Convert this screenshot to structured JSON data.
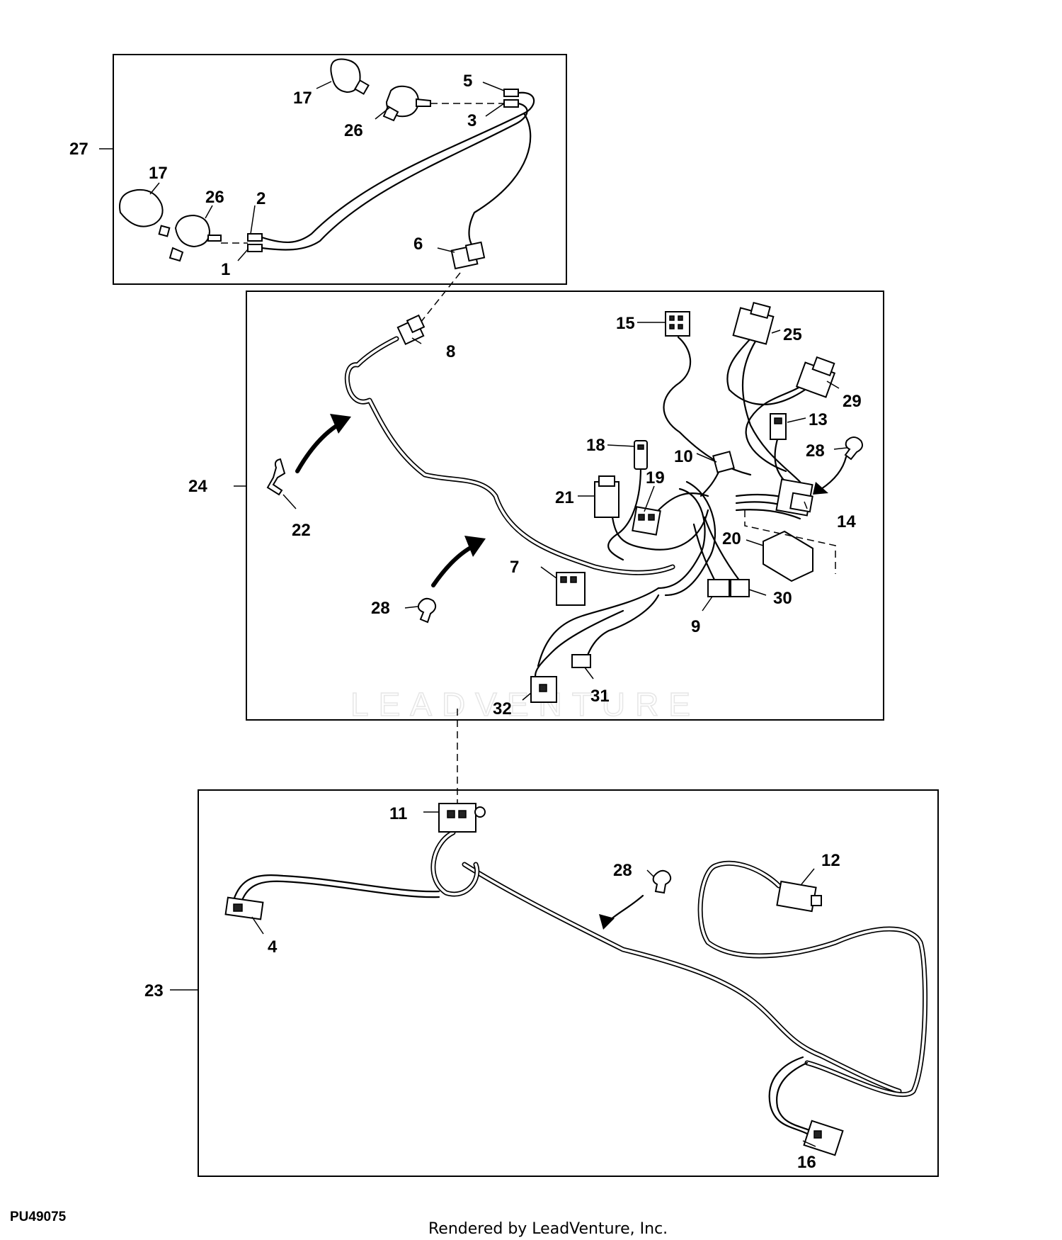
{
  "figure_id": "PU49075",
  "credit": "Rendered by LeadVenture, Inc.",
  "watermark": "LEADVENTURE",
  "callouts": {
    "c1": "1",
    "c2": "2",
    "c3": "3",
    "c4": "4",
    "c5": "5",
    "c6": "6",
    "c7": "7",
    "c8": "8",
    "c9": "9",
    "c10": "10",
    "c11": "11",
    "c12": "12",
    "c13": "13",
    "c14": "14",
    "c15": "15",
    "c16": "16",
    "c17a": "17",
    "c17b": "17",
    "c18": "18",
    "c19": "19",
    "c20": "20",
    "c21": "21",
    "c22": "22",
    "c23": "23",
    "c24": "24",
    "c25": "25",
    "c26a": "26",
    "c26b": "26",
    "c27": "27",
    "c28a": "28",
    "c28b": "28",
    "c28c": "28",
    "c29": "29",
    "c30": "30",
    "c31": "31",
    "c32": "32"
  }
}
